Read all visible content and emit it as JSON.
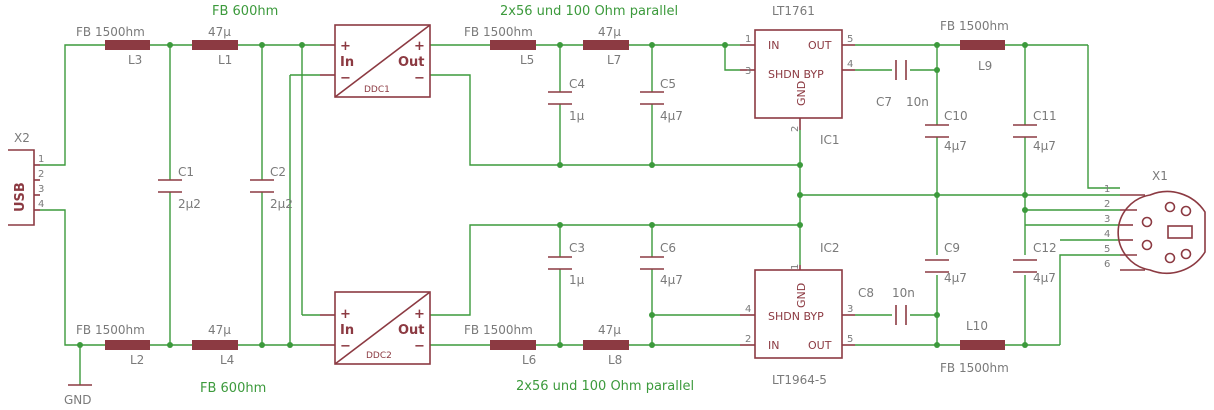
{
  "notes": {
    "fb600_top": "FB 600hm",
    "fb600_bottom": "FB 600hm",
    "parallel_top": "2x56 und 100 Ohm parallel",
    "parallel_bottom": "2x56 und 100 Ohm parallel"
  },
  "connectors": {
    "x2": {
      "name": "X2",
      "label": "USB",
      "pins": [
        "1",
        "2",
        "3",
        "4"
      ]
    },
    "x1": {
      "name": "X1",
      "pins": [
        "1",
        "2",
        "3",
        "4",
        "5",
        "6"
      ]
    },
    "gnd": "GND"
  },
  "resistors": {
    "L3": {
      "name": "L3",
      "value": "FB 1500hm"
    },
    "L1": {
      "name": "L1",
      "value": "47µ"
    },
    "L5": {
      "name": "L5",
      "value": "FB 1500hm"
    },
    "L7": {
      "name": "L7",
      "value": "47µ"
    },
    "L9": {
      "name": "L9",
      "value": "FB 1500hm"
    },
    "L2": {
      "name": "L2",
      "value": "FB 1500hm"
    },
    "L4": {
      "name": "L4",
      "value": "47µ"
    },
    "L6": {
      "name": "L6",
      "value": "FB 1500hm"
    },
    "L8": {
      "name": "L8",
      "value": "47µ"
    },
    "L10": {
      "name": "L10",
      "value": "FB 1500hm"
    }
  },
  "capacitors": {
    "C1": {
      "name": "C1",
      "value": "2µ2"
    },
    "C2": {
      "name": "C2",
      "value": "2µ2"
    },
    "C3": {
      "name": "C3",
      "value": "1µ"
    },
    "C4": {
      "name": "C4",
      "value": "1µ"
    },
    "C5": {
      "name": "C5",
      "value": "4µ7"
    },
    "C6": {
      "name": "C6",
      "value": "4µ7"
    },
    "C7": {
      "name": "C7",
      "value": "10n"
    },
    "C8": {
      "name": "C8",
      "value": "10n"
    },
    "C9": {
      "name": "C9",
      "value": "4µ7"
    },
    "C10": {
      "name": "C10",
      "value": "4µ7"
    },
    "C11": {
      "name": "C11",
      "value": "4µ7"
    },
    "C12": {
      "name": "C12",
      "value": "4µ7"
    }
  },
  "converters": {
    "DDC1": {
      "name": "DDC1",
      "in": "In",
      "out": "Out",
      "plus": "+",
      "minus": "−"
    },
    "DDC2": {
      "name": "DDC2",
      "in": "In",
      "out": "Out",
      "plus": "+",
      "minus": "−"
    }
  },
  "regulators": {
    "IC1": {
      "name": "IC1",
      "part": "LT1761",
      "in": "IN",
      "out": "OUT",
      "shdn_byp": "SHDN BYP",
      "gnd": "GND",
      "pins": {
        "in": "1",
        "shdn": "3",
        "out": "5",
        "byp": "4",
        "gnd": "2"
      }
    },
    "IC2": {
      "name": "IC2",
      "part": "LT1964-5",
      "in": "IN",
      "out": "OUT",
      "shdn_byp": "SHDN BYP",
      "gnd": "GND",
      "pins": {
        "in": "2",
        "shdn": "4",
        "out": "5",
        "byp": "3",
        "gnd": "1"
      }
    }
  }
}
